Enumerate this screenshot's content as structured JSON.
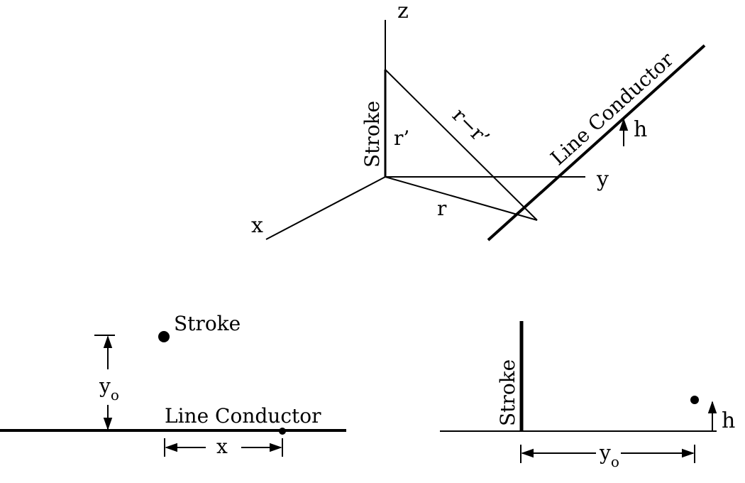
{
  "top_view": {
    "axis_x": "x",
    "axis_y": "y",
    "axis_z": "z",
    "stroke_label": "Stroke",
    "r_prime_label": "r’",
    "r_minus_r_prime_label": "r−r’",
    "r_label": "r",
    "line_conductor_label": "Line Conductor",
    "height_label": "h"
  },
  "plan_view": {
    "stroke_label": "Stroke",
    "line_conductor_label": "Line Conductor",
    "y_label": "y",
    "y_subscript": "o",
    "x_label": "x"
  },
  "side_view": {
    "stroke_label": "Stroke",
    "height_label": "h",
    "y_label": "y",
    "y_subscript": "o"
  }
}
